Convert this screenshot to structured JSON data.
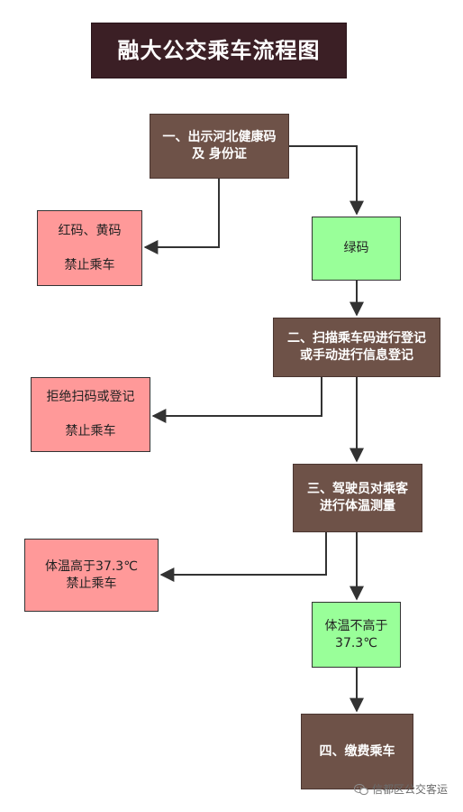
{
  "title": "融大公交乘车流程图",
  "nodes": {
    "step1": {
      "line1": "一、出示河北健康码",
      "line2": "及 身份证"
    },
    "red_code": {
      "line1": "红码、黄码",
      "line2": "禁止乘车"
    },
    "green_code": {
      "text": "绿码"
    },
    "step2": {
      "line1": "二、扫描乘车码进行登记",
      "line2": "或手动进行信息登记"
    },
    "refuse": {
      "line1": "拒绝扫码或登记",
      "line2": "禁止乘车"
    },
    "step3": {
      "line1": "三、驾驶员对乘客",
      "line2": "进行体温测量"
    },
    "high_temp": {
      "line1": "体温高于37.3℃",
      "line2": "禁止乘车"
    },
    "normal_temp": {
      "line1": "体温不高于",
      "line2": "37.3℃"
    },
    "step4": {
      "text": "四、缴费乘车"
    }
  },
  "watermark": {
    "text": "信都区公交客运",
    "icon": "wechat-icon"
  },
  "colors": {
    "process": "#6e5248",
    "allow": "#99ff99",
    "deny": "#ff9999",
    "title_bg": "#3b1f25",
    "arrow": "#333333"
  }
}
